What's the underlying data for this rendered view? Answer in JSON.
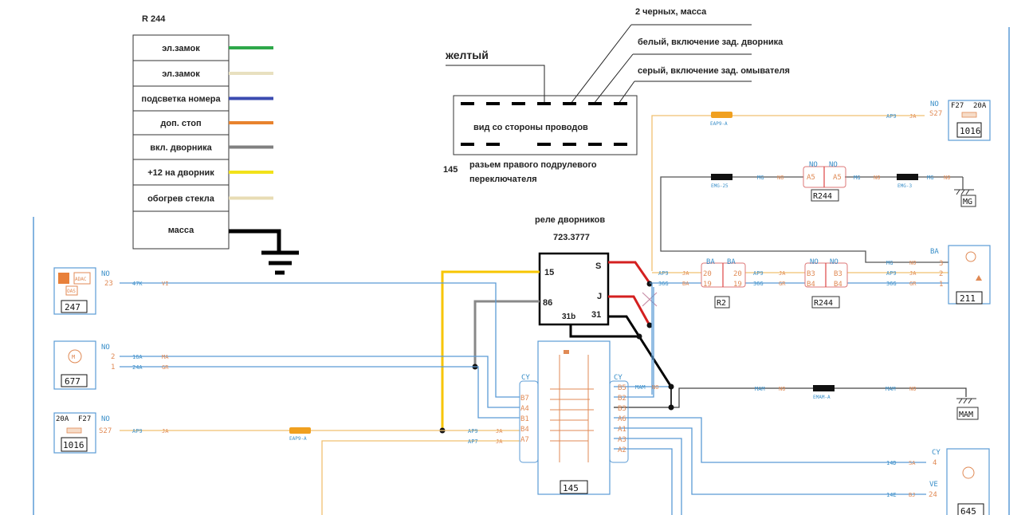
{
  "legend": {
    "title": "R 244",
    "rows": [
      {
        "label": "эл.замок",
        "wire_color": "#2ea84a"
      },
      {
        "label": "эл.замок",
        "wire_color": "#e8e0c0"
      },
      {
        "label": "подсветка номера",
        "wire_color": "#3b4bb0"
      },
      {
        "label": "доп. стоп",
        "wire_color": "#e8832e"
      },
      {
        "label": "вкл. дворника",
        "wire_color": "#808080"
      },
      {
        "label": "+12 на дворник",
        "wire_color": "#f2e21a"
      },
      {
        "label": "обогрев стекла",
        "wire_color": "#e8dcb4"
      },
      {
        "label": "масса",
        "wire_color": "#000000"
      }
    ]
  },
  "connector_view": {
    "callout_yellow": "желтый",
    "callout_black": "2 черных, масса",
    "callout_white": "белый, включение зад. дворника",
    "callout_gray": "серый, включение зад. омывателя",
    "inner_label": "вид со стороны проводов",
    "number": "145",
    "caption_line1": "разьем правого подрулевого",
    "caption_line2": "переключателя"
  },
  "relay": {
    "title": "реле дворников",
    "part_number": "723.3777",
    "pins": {
      "p15": "15",
      "p86": "86",
      "pS": "S",
      "pJ": "J",
      "p31b": "31b",
      "p31": "31"
    }
  },
  "components": {
    "c247": {
      "id": "247",
      "pin": "23",
      "conn": "NO",
      "wire": "47K",
      "color": "VI",
      "labels": [
        "ADAC",
        "OAS"
      ]
    },
    "c677": {
      "id": "677",
      "conn": "NO",
      "pins": [
        {
          "pin": "2",
          "wire": "16A",
          "color": "MA"
        },
        {
          "pin": "1",
          "wire": "24A",
          "color": "GR"
        }
      ]
    },
    "c1016_left": {
      "id": "1016",
      "fuse": "F27",
      "rating": "20A",
      "conn": "NO",
      "pin": "S27",
      "wire": "AP9",
      "color": "JA"
    },
    "c1016_right": {
      "id": "1016",
      "fuse": "F27",
      "rating": "20A",
      "conn": "NO",
      "pin": "S27",
      "wire": "AP9",
      "color": "JA"
    },
    "splice_eap9_top": "EAP9-A",
    "splice_eap9_bottom": "EAP9-A",
    "mg_line": {
      "splice1": "EMG-25",
      "splice2": "EMG-3",
      "wire": "MG",
      "color": "NO",
      "r244": "R244",
      "pin": "A5",
      "conn": "NO",
      "ground": "MG"
    },
    "r2": {
      "id": "R2",
      "conn": "BA",
      "pins": [
        "20",
        "19"
      ]
    },
    "r244b": {
      "id": "R244",
      "conn": "NO",
      "pins": [
        "B3",
        "B4"
      ]
    },
    "wire_ap9": "AP9",
    "wire_ja": "JA",
    "wire_36g": "36G",
    "wire_ba": "BA",
    "wire_gr": "GR",
    "c211": {
      "id": "211",
      "conn": "BA",
      "pins": [
        "3",
        "2",
        "1"
      ],
      "wire_mg": "MG",
      "color_no": "NO"
    },
    "c145": {
      "id": "145",
      "conn_left": "CY",
      "conn_right": "CY",
      "left_pins": [
        "B7",
        "A4",
        "B1",
        "B4",
        "A7"
      ],
      "right_pins": [
        "B5",
        "B2",
        "B3",
        "A6",
        "A1",
        "A3",
        "A2"
      ],
      "ap9": "AP9",
      "ap7": "AP7",
      "ja": "JA",
      "mam": "MAM",
      "no": "NO"
    },
    "mam_line": {
      "splice": "EMAM-A",
      "wire": "MAM",
      "color": "NO",
      "ground": "MAM"
    },
    "c645": {
      "id": "645",
      "conn1": "CY",
      "pin1": "4",
      "wire1": "14D",
      "color1": "SA",
      "conn2": "VE",
      "pin2": "24",
      "wire2": "14E",
      "color2": "BJ"
    }
  }
}
